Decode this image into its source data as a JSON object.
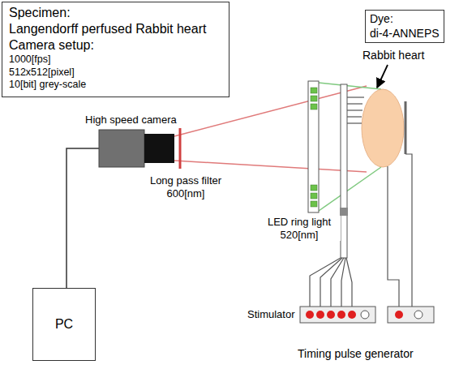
{
  "diagram": {
    "nodes": [
      {
        "text": [
          "Specimen:",
          "Langendorff perfused Rabbit heart",
          "Camera setup:",
          "1000[fps]",
          "512x512[pixel]",
          "10[bit] grey-scale"
        ]
      },
      {
        "text": [
          "Dye:",
          "di-4-ANNEPS"
        ]
      },
      {
        "text": [
          "PC"
        ]
      }
    ],
    "labels": [
      "High speed camera",
      "Long pass filter 600[nm]",
      "LED ring light 520[nm]",
      "Rabbit heart",
      "Stimulator",
      "Timing pulse generator"
    ]
  }
}
